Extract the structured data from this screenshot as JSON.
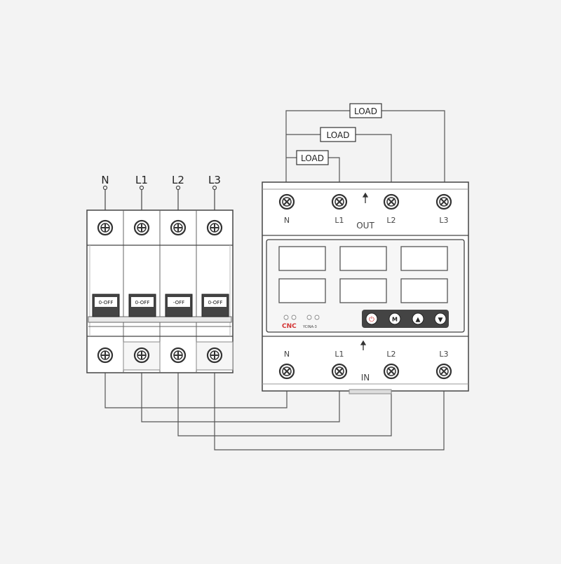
{
  "breaker": {
    "poles": [
      {
        "label": "N",
        "switch_label": "0-OFF"
      },
      {
        "label": "L1",
        "switch_label": "0-OFF"
      },
      {
        "label": "L2",
        "switch_label": "-OFF"
      },
      {
        "label": "L3",
        "switch_label": "0-OFF"
      }
    ]
  },
  "relay": {
    "out_label": "OUT",
    "in_label": "IN",
    "brand": "CNC",
    "model": "YCINA-3",
    "top_terminals": [
      "N",
      "L1",
      "L2",
      "L3"
    ],
    "bottom_terminals": [
      "N",
      "L1",
      "L2",
      "L3"
    ],
    "buttons": [
      {
        "name": "power-button",
        "glyph": "⏻"
      },
      {
        "name": "m-button",
        "glyph": "M"
      },
      {
        "name": "up-button",
        "glyph": "▲"
      },
      {
        "name": "down-button",
        "glyph": "▼"
      }
    ]
  },
  "loads": [
    "LOAD",
    "LOAD",
    "LOAD"
  ],
  "colors": {
    "line": "#555555",
    "power_button": "#d33333"
  }
}
